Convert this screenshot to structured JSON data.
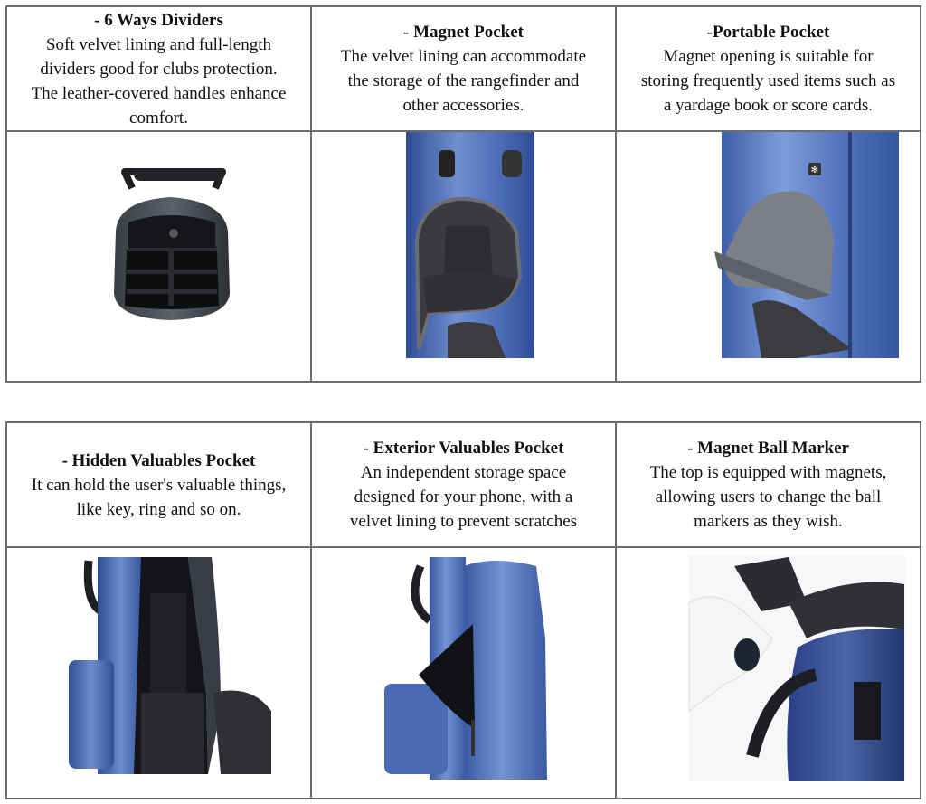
{
  "tables": [
    {
      "features": [
        {
          "title": "- 6 Ways Dividers",
          "lines": [
            "Soft velvet lining and full-length",
            "dividers good for clubs protection.",
            "The leather-covered handles enhance",
            "comfort."
          ],
          "photo": "golf-bag-top-dividers-photo"
        },
        {
          "title": "- Magnet Pocket",
          "lines": [
            "The velvet lining can accommodate",
            "the storage of the rangefinder and",
            "other accessories."
          ],
          "photo": "magnet-pocket-photo"
        },
        {
          "title": "-Portable Pocket",
          "lines": [
            "Magnet opening is suitable for",
            "storing frequently used items such as",
            "a yardage book or score cards."
          ],
          "photo": "portable-pocket-photo"
        }
      ]
    },
    {
      "features": [
        {
          "title": "- Hidden Valuables Pocket",
          "lines": [
            "It can hold the user's valuable things,",
            "like key, ring and so on."
          ],
          "photo": "hidden-valuables-pocket-photo"
        },
        {
          "title": "- Exterior Valuables Pocket",
          "lines": [
            "An independent storage space",
            "designed for your phone, with a",
            "velvet lining to prevent scratches"
          ],
          "photo": "exterior-valuables-pocket-photo"
        },
        {
          "title": "- Magnet Ball Marker",
          "lines": [
            "The top is equipped with magnets,",
            "allowing users to change the ball",
            "markers as they wish."
          ],
          "photo": "magnet-ball-marker-photo"
        }
      ]
    }
  ],
  "colors": {
    "border": "#6e6e6e",
    "bag_blue": "#3d5fa8",
    "bag_blue_light": "#6f8fd0",
    "bag_blue_dark": "#23386e",
    "lining_black": "#1c1d22",
    "glove_dark": "#2e3036",
    "glove_white": "#f4f5f7"
  }
}
